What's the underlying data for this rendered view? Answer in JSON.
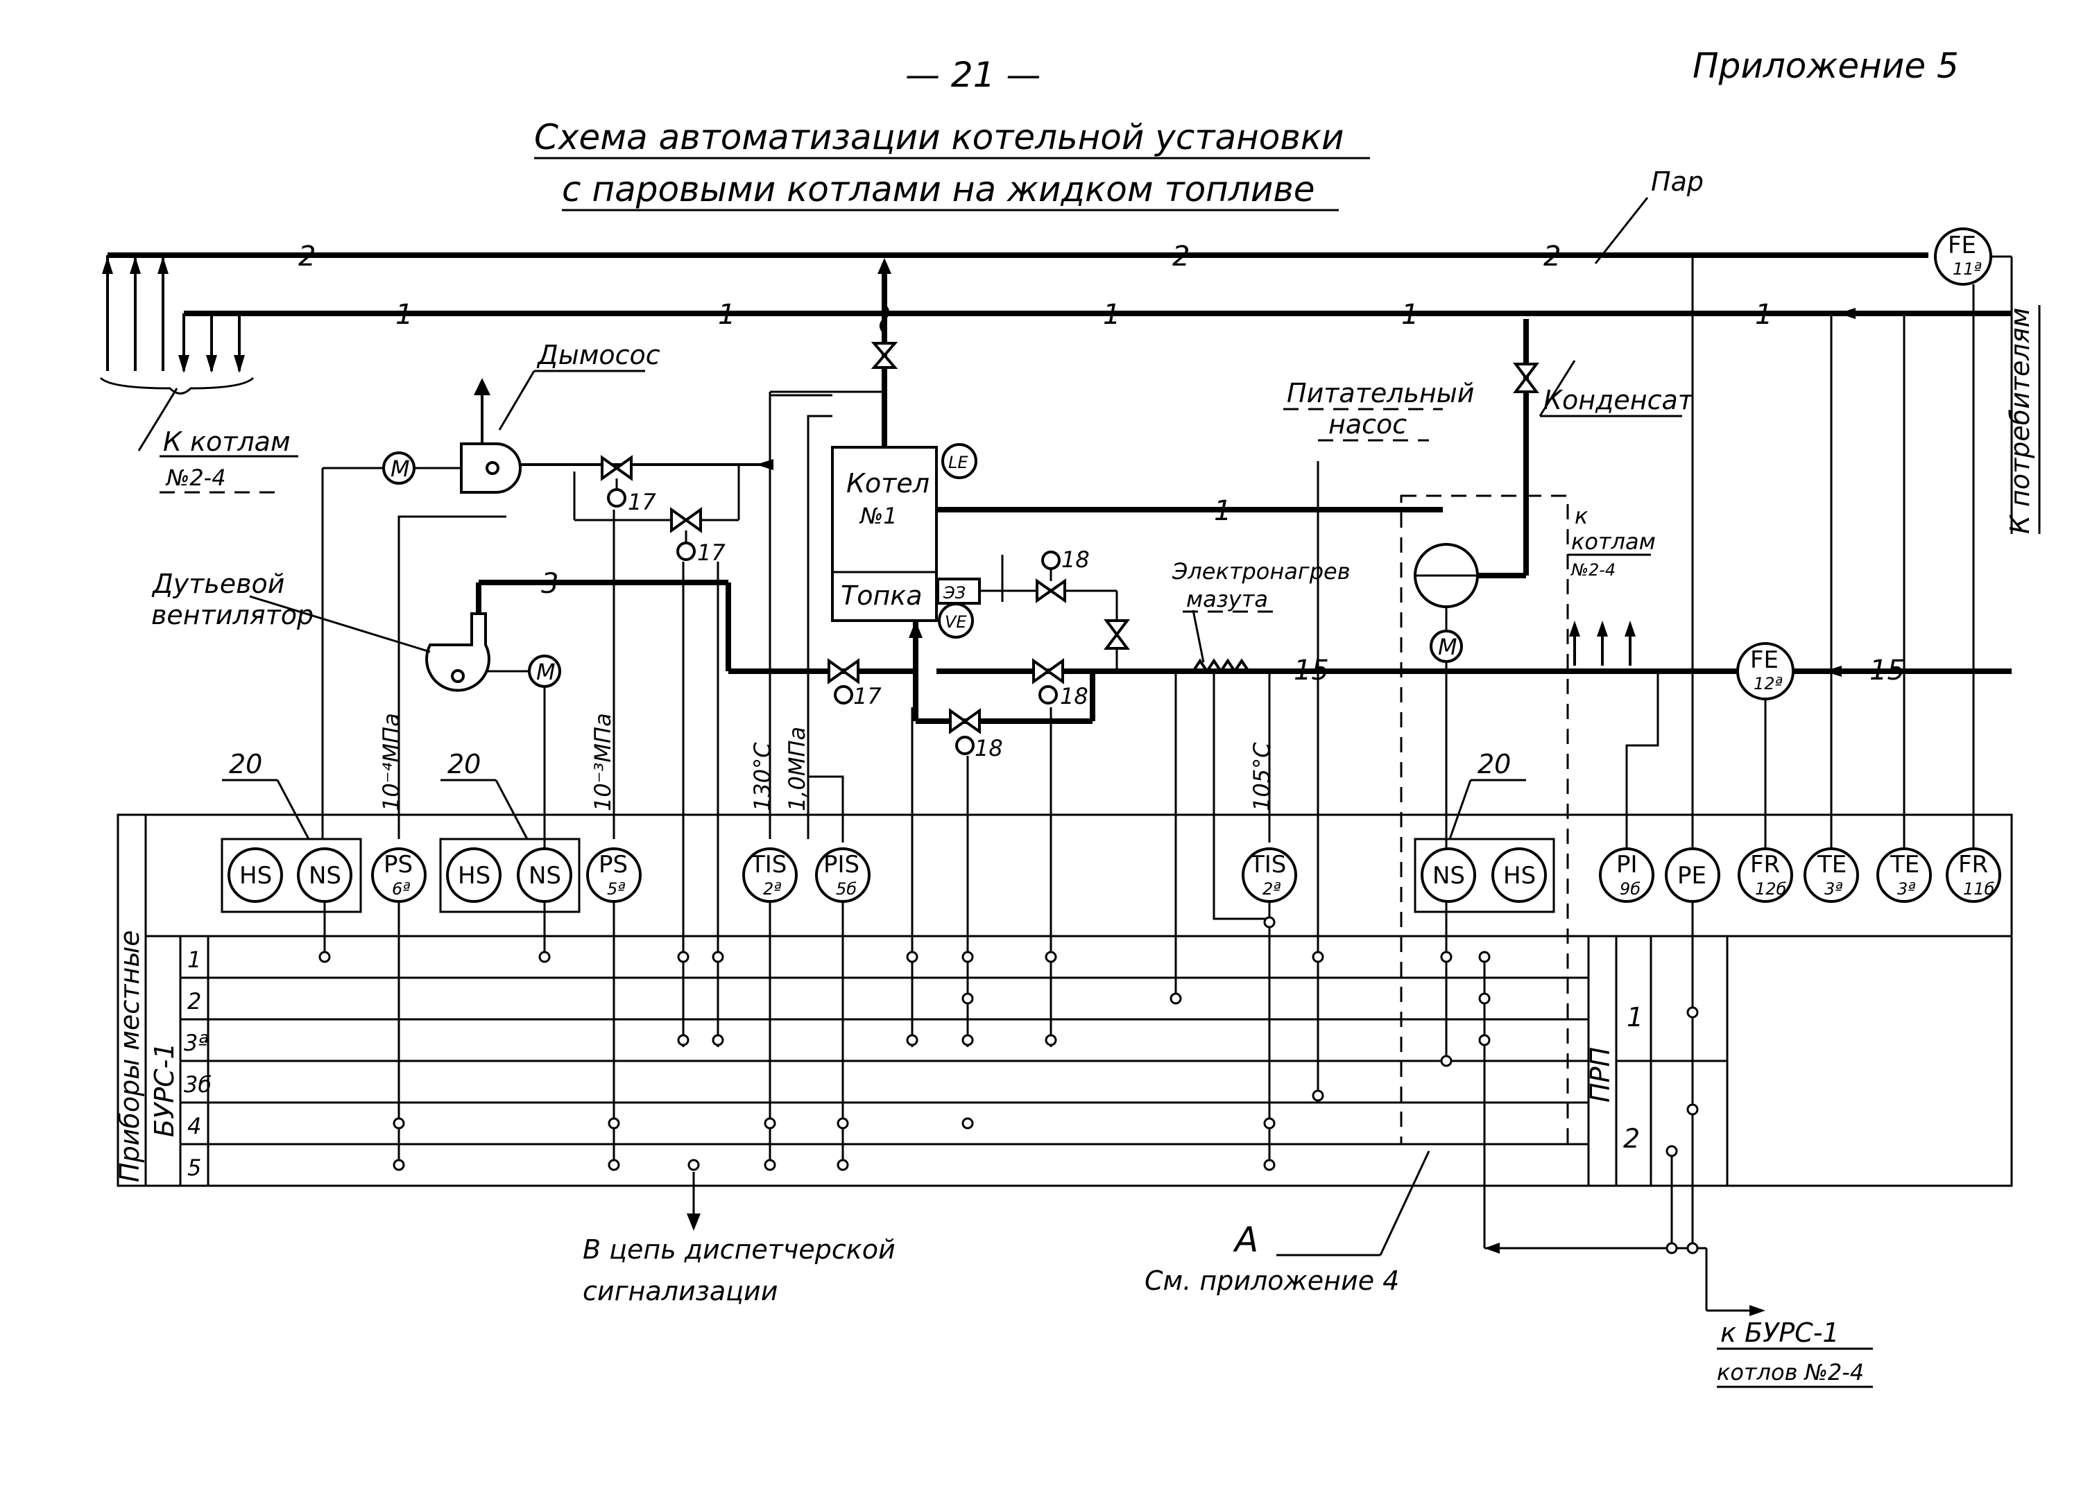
{
  "header": {
    "page_number": "— 21 —",
    "appendix": "Приложение 5",
    "title_line1": "Схема автоматизации котельной установки",
    "title_line2": "с паровыми котлами на жидком топливе"
  },
  "lines": {
    "steam": "2",
    "condensate": "1",
    "air": "3",
    "fuel": "15"
  },
  "labels": {
    "steam": "Пар",
    "to_boilers": "К котлам",
    "to_boilers_no": "№2-4",
    "smoke_exhauster": "Дымосос",
    "blower_fan_1": "Дутьевой",
    "blower_fan_2": "вентилятор",
    "boiler_1": "Котел",
    "boiler_2": "№1",
    "furnace": "Топка",
    "feed_pump_1": "Питательный",
    "feed_pump_2": "насос",
    "condensate": "Конденсат",
    "to_consumers": "К потребителям",
    "heater_1": "Электронагрев",
    "heater_2": "мазута",
    "to_boilers_small_1": "к",
    "to_boilers_small_2": "котлам",
    "to_boilers_small_3": "№2-4",
    "dispatch_1": "В цепь диспетчерской",
    "dispatch_2": "сигнализации",
    "ref_letter": "А",
    "ref_text": "См. приложение 4",
    "burs_link_1": "к БУРС-1",
    "burs_link_2": "котлов №2-4",
    "panel_local": "Приборы местные",
    "panel_burs": "БУРС-1",
    "panel_prp": "ПРП"
  },
  "process_values": {
    "p1": "10⁻⁴МПа",
    "p2": "10⁻³МПа",
    "t1": "130°С",
    "p3": "1,0МПа",
    "t2": "105°С"
  },
  "positions": {
    "valve_17": "17",
    "valve_18": "18",
    "group_20": "20"
  },
  "field_instruments": {
    "fe_11a": {
      "code": "FE",
      "sub": "11ª"
    },
    "fe_12a": {
      "code": "FE",
      "sub": "12ª"
    },
    "le": {
      "code": "LE"
    },
    "ve": {
      "code": "VE"
    },
    "e3": {
      "code": "ЭЗ"
    },
    "motor": {
      "code": "M"
    }
  },
  "panel_instruments": [
    {
      "code": "HS",
      "sub": ""
    },
    {
      "code": "NS",
      "sub": ""
    },
    {
      "code": "PS",
      "sub": "6ª"
    },
    {
      "code": "HS",
      "sub": ""
    },
    {
      "code": "NS",
      "sub": ""
    },
    {
      "code": "PS",
      "sub": "5ª"
    },
    {
      "code": "TIS",
      "sub": "2ª"
    },
    {
      "code": "PIS",
      "sub": "5б"
    },
    {
      "code": "TIS",
      "sub": "2ª"
    },
    {
      "code": "NS",
      "sub": ""
    },
    {
      "code": "HS",
      "sub": ""
    },
    {
      "code": "PI",
      "sub": "9б"
    },
    {
      "code": "PE",
      "sub": ""
    },
    {
      "code": "FR",
      "sub": "12б"
    },
    {
      "code": "TE",
      "sub": "3ª"
    },
    {
      "code": "TE",
      "sub": "3ª"
    },
    {
      "code": "FR",
      "sub": "11б"
    }
  ],
  "burs_rows": [
    "1",
    "2",
    "3ª",
    "3б",
    "4",
    "5"
  ],
  "prp_rows": [
    "1",
    "2"
  ]
}
